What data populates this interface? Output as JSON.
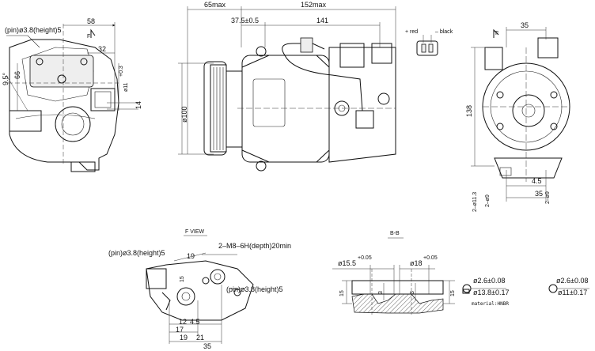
{
  "labels": {
    "side_pin": "(pin)ø3.8(height)5",
    "side_58": "58",
    "side_32": "32",
    "side_66": "66",
    "side_9_5": "9.5°",
    "side_11": "ø11",
    "side_11_tol": "+0.3",
    "side_14": "14",
    "side_f": "F",
    "front_65max": "65max",
    "front_152max": "152max",
    "front_37_5": "37.5±0.5",
    "front_141": "141",
    "front_100": "ø100",
    "conn_red": "+ red",
    "conn_black": "– black",
    "right_35_top": "35",
    "right_f": "F",
    "right_138": "138",
    "right_4_5": "4.5",
    "right_35_bot": "35",
    "right_hole_a": "2–ø11.3",
    "right_hole_b": "2–ø9",
    "right_hole_c": "2–ø9",
    "fview_title": "F VIEW",
    "fview_pin1": "(pin)ø3.8(height)5",
    "fview_m8": "2–M8–6H(depth)20min",
    "fview_19a": "19",
    "fview_15": "15",
    "fview_pin2": "(pin)ø3.8(height)5",
    "fview_12": "12",
    "fview_4_5": "4.5",
    "fview_17": "17",
    "fview_19b": "19",
    "fview_21": "21",
    "fview_35": "35",
    "bb_title": "B-B",
    "bb_15_5": "ø15.5",
    "bb_15_5_tol": "+0.05",
    "bb_18": "ø18",
    "bb_18_tol": "+0.05",
    "bb_15a": "15",
    "bb_3a": "3",
    "bb_3b": "3",
    "bb_15b": "15",
    "oring1_a": "ø2.6±0.08",
    "oring1_b": "ø13.8±0.17",
    "oring2_a": "ø2.6±0.08",
    "oring2_b": "ø11±0.17",
    "material": "material:HNBR"
  }
}
